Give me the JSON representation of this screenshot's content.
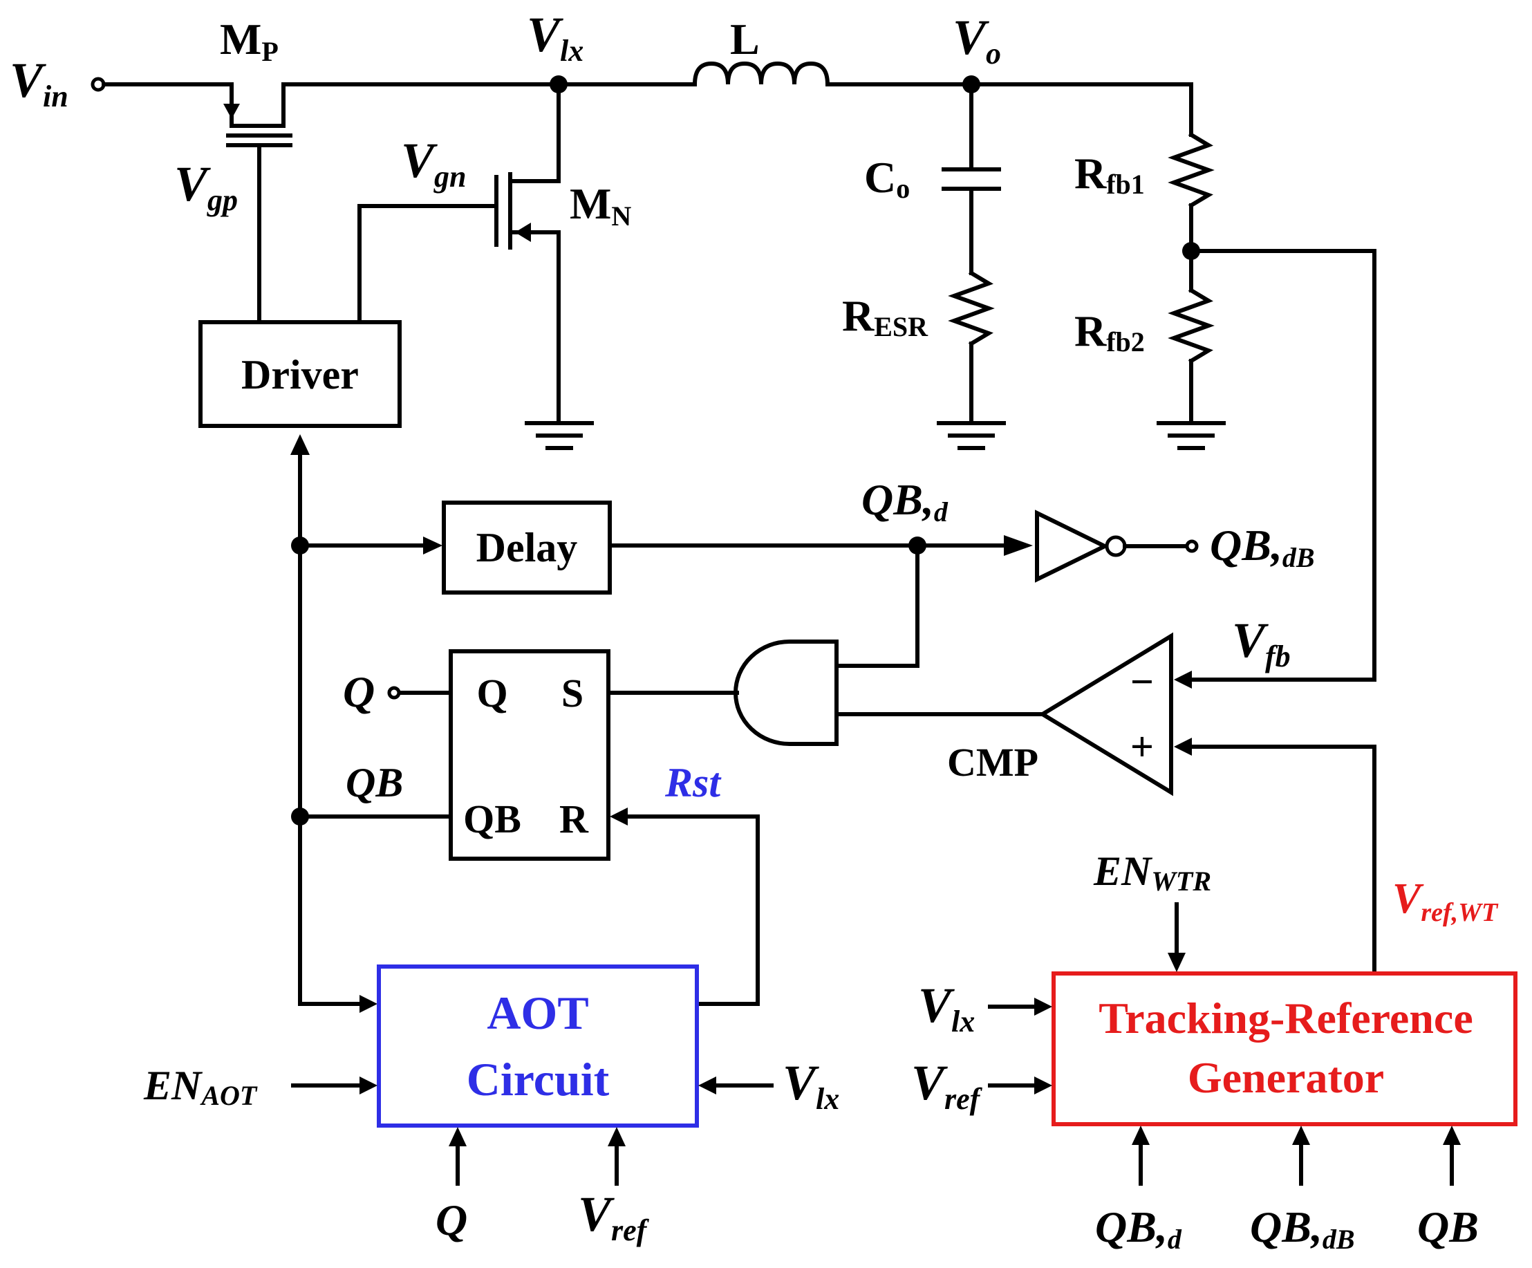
{
  "labels": {
    "vin": {
      "main": "V",
      "sub": "in"
    },
    "mp": {
      "main": "M",
      "sub": "P"
    },
    "vlx_top": {
      "main": "V",
      "sub": "lx"
    },
    "inductor": "L",
    "vo": {
      "main": "V",
      "sub": "o"
    },
    "vgp": {
      "main": "V",
      "sub": "gp"
    },
    "vgn": {
      "main": "V",
      "sub": "gn"
    },
    "mn": {
      "main": "M",
      "sub": "N"
    },
    "co": {
      "main": "C",
      "sub": "o"
    },
    "resr": {
      "main": "R",
      "sub": "ESR"
    },
    "rfb1": {
      "main": "R",
      "sub": "fb1"
    },
    "rfb2": {
      "main": "R",
      "sub": "fb2"
    },
    "qbd": {
      "main": "QB,",
      "sub": "d"
    },
    "qbdb": {
      "main": "QB,",
      "sub": "dB"
    },
    "vfb": {
      "main": "V",
      "sub": "fb"
    },
    "q_out": "Q",
    "qb_wire": "QB",
    "rst": "Rst",
    "cmp": "CMP",
    "minus": "−",
    "plus": "+",
    "en_wtr": {
      "main": "EN",
      "sub": "WTR"
    },
    "vref_wt": {
      "main": "V",
      "sub": "ref,WT"
    },
    "vlx_trg": {
      "main": "V",
      "sub": "lx"
    },
    "vref_trg": {
      "main": "V",
      "sub": "ref"
    },
    "en_aot": {
      "main": "EN",
      "sub": "AOT"
    },
    "vlx_aot": {
      "main": "V",
      "sub": "lx"
    },
    "q_aot": "Q",
    "vref_aot": {
      "main": "V",
      "sub": "ref"
    },
    "qbd_bottom": {
      "main": "QB,",
      "sub": "d"
    },
    "qbdb_bottom": {
      "main": "QB,",
      "sub": "dB"
    },
    "qb_bottom": "QB"
  },
  "blocks": {
    "driver": "Driver",
    "delay": "Delay",
    "sr_q": "Q",
    "sr_s": "S",
    "sr_qb": "QB",
    "sr_r": "R",
    "aot_line1": "AOT",
    "aot_line2": "Circuit",
    "trg_line1": "Tracking-Reference",
    "trg_line2": "Generator"
  },
  "colors": {
    "aot": "#2e2ee6",
    "tracking": "#e61c1c",
    "rst": "#2e2ee6",
    "vref_wt": "#e61c1c"
  }
}
